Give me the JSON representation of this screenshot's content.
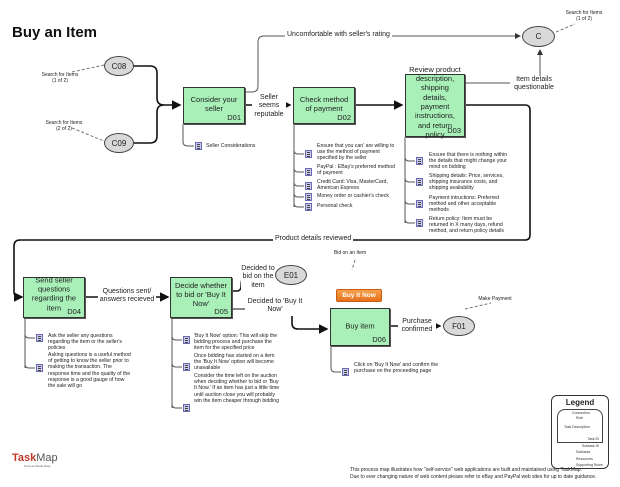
{
  "title": "Buy an Item",
  "connectors": {
    "C08": {
      "id": "C08",
      "note": "Search for Items (1 of 2)"
    },
    "C09": {
      "id": "C09",
      "note": "Search for Items (2 of 2)"
    },
    "C": {
      "id": "C",
      "note": "Search for Items (1 of 2)"
    },
    "E01": {
      "id": "E01",
      "note": "Bid on an Item"
    },
    "F01": {
      "id": "F01",
      "note": "Make Payment"
    }
  },
  "tasks": [
    {
      "id": "D01",
      "label": "Consider your seller",
      "subtasks": [
        "Seller Considerations"
      ]
    },
    {
      "id": "D02",
      "label": "Check method of payment",
      "subtasks": [
        "Ensure that you can' are willing to use the method of payment specified by the seller",
        "PayPal : EBay's preferred method of payment",
        "Credit Card: Visa, MasterCard, American Express",
        "Money order or cashier's check",
        "Personal check"
      ]
    },
    {
      "id": "D03",
      "label": "Review product description, shipping details, payment instructions, and return policy",
      "subtasks": [
        "Ensure that there is nothing within the details that might change your mind on bidding",
        "Shipping details: Price, services, shipping insurance costs, and shipping availability",
        "Payment intructions: Preferred method and other acceptable methods",
        "Return policy: Item must be returned in X many days, refund method, and return policy details"
      ]
    },
    {
      "id": "D04",
      "label": "Send seller questions regarding the item",
      "subtasks": [
        "Ask the seller any questions regarding the item or the seller's policies",
        "Asking questions is a useful method of getting to know the seller prior to making the transaction. The response time and the quality of the response is a good gauge of how the sale will go"
      ]
    },
    {
      "id": "D05",
      "label": "Decide whether to bid or 'Buy It Now'",
      "subtasks": [
        "'Buy It Now' option: This will skip the bidding process and purchase the item for the specified price",
        "Once bidding has started on a item the 'Buy It Now' option will become unavailable",
        "Consider the time left on the auction when deciding whether to bid or 'Buy It Now.' If an item has just a little time until auction close you will probably win the item cheaper through bidding"
      ]
    },
    {
      "id": "D06",
      "label": "Buy item",
      "subtasks": [
        "Click on 'Buy It Now' and confirm the purchase on the proceeding page"
      ]
    }
  ],
  "flow_labels": {
    "uncomfortable": "Uncomfortable with seller's rating",
    "reputable": "Seller seems reputable",
    "questionable": "Item details questionable",
    "reviewed": "Product details reviewed",
    "questions_sent": "Questions sent/ answers recieved",
    "bid": "Decided to bid on the item",
    "buy_now": "Decided to 'Buy It Now'",
    "purchase": "Purchase confirmed"
  },
  "buy_it_now_button": "Buy It Now",
  "legend": {
    "title": "Legend",
    "items": [
      "Connection",
      "Task Description",
      "Task ID",
      "Subtask ID",
      "Subtasks",
      "Resources",
      "Supporting Rules"
    ],
    "header": "Role"
  },
  "logo": {
    "name_a": "Task",
    "name_b": "Map",
    "tagline": "Process Made Easy"
  },
  "footer": {
    "line1": "This process map illustrates how \"self-service\" web applications are built and maintained using TaskMap.",
    "line2": "Due to ever changing nature of web content please refer to eBay and PayPal web sites for up to date guidance."
  }
}
